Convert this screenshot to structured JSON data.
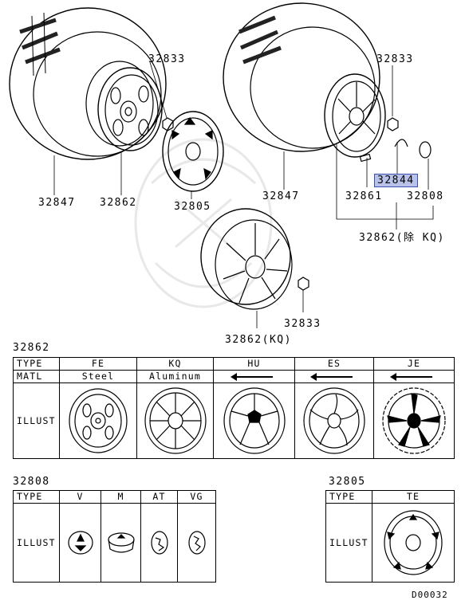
{
  "callouts": {
    "tire_left": "32847",
    "wheel_left": "32862",
    "nut_left": "32833",
    "cover": "32805",
    "nut_right": "32833",
    "tire_right": "32847",
    "cap_highlight": "32844",
    "valve": "32861",
    "ornament": "32808",
    "wheel_right_group": "32862(除 KQ)",
    "wheel_kq": "32862(KQ)",
    "nut_bottom": "32833"
  },
  "table_wheel": {
    "caption": "32862",
    "type_header": "TYPE",
    "matl_header": "MATL",
    "illust_header": "ILLUST",
    "columns": [
      {
        "type": "FE",
        "matl": "Steel"
      },
      {
        "type": "KQ",
        "matl": "Aluminum"
      },
      {
        "type": "HU",
        "matl": ""
      },
      {
        "type": "ES",
        "matl": ""
      },
      {
        "type": "JE",
        "matl": ""
      }
    ]
  },
  "table_ornament": {
    "caption": "32808",
    "type_header": "TYPE",
    "illust_header": "ILLUST",
    "types": [
      "V",
      "M",
      "AT",
      "VG"
    ]
  },
  "table_cover": {
    "caption": "32805",
    "type_header": "TYPE",
    "illust_header": "ILLUST",
    "types": [
      "TE"
    ]
  },
  "diagram_id": "D00032",
  "icons": [
    "tire-icon",
    "steel-wheel-icon",
    "alloy-wheel-icon",
    "lug-nut-icon",
    "wheel-cover-icon",
    "center-cap-icon",
    "valve-icon",
    "arrow-left-icon"
  ]
}
